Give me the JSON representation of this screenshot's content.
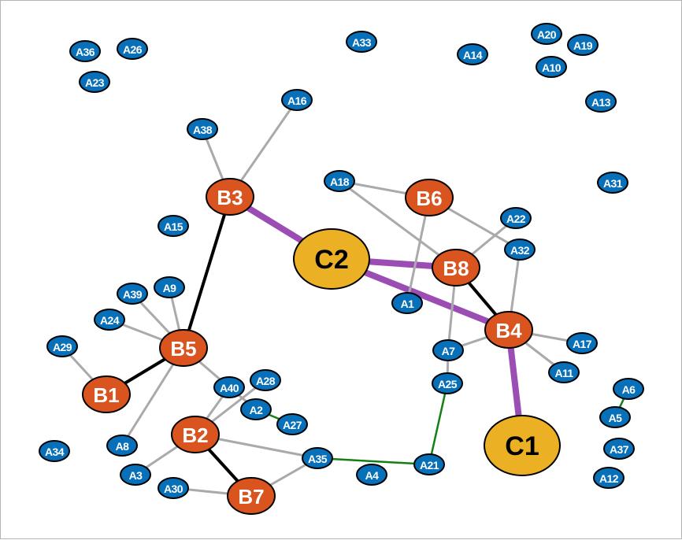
{
  "graph": {
    "colors": {
      "node_a_fill": "#0870b8",
      "node_b_fill": "#d9541e",
      "node_c_fill": "#ebb024",
      "edge_gray": "#aaaaaa",
      "edge_black": "#000000",
      "edge_purple": "#9b4db4",
      "edge_green": "#138013"
    },
    "nodes": [
      {
        "id": "A36",
        "type": "A"
      },
      {
        "id": "A26",
        "type": "A"
      },
      {
        "id": "A23",
        "type": "A"
      },
      {
        "id": "A33",
        "type": "A"
      },
      {
        "id": "A14",
        "type": "A"
      },
      {
        "id": "A20",
        "type": "A"
      },
      {
        "id": "A19",
        "type": "A"
      },
      {
        "id": "A10",
        "type": "A"
      },
      {
        "id": "A13",
        "type": "A"
      },
      {
        "id": "A38",
        "type": "A"
      },
      {
        "id": "A16",
        "type": "A"
      },
      {
        "id": "A18",
        "type": "A"
      },
      {
        "id": "A31",
        "type": "A"
      },
      {
        "id": "A15",
        "type": "A"
      },
      {
        "id": "A22",
        "type": "A"
      },
      {
        "id": "A32",
        "type": "A"
      },
      {
        "id": "A39",
        "type": "A"
      },
      {
        "id": "A9",
        "type": "A"
      },
      {
        "id": "A24",
        "type": "A"
      },
      {
        "id": "A29",
        "type": "A"
      },
      {
        "id": "A1",
        "type": "A"
      },
      {
        "id": "A7",
        "type": "A"
      },
      {
        "id": "A17",
        "type": "A"
      },
      {
        "id": "A11",
        "type": "A"
      },
      {
        "id": "A25",
        "type": "A"
      },
      {
        "id": "A40",
        "type": "A"
      },
      {
        "id": "A28",
        "type": "A"
      },
      {
        "id": "A2",
        "type": "A"
      },
      {
        "id": "A27",
        "type": "A"
      },
      {
        "id": "A6",
        "type": "A"
      },
      {
        "id": "A5",
        "type": "A"
      },
      {
        "id": "A37",
        "type": "A"
      },
      {
        "id": "A12",
        "type": "A"
      },
      {
        "id": "A34",
        "type": "A"
      },
      {
        "id": "A8",
        "type": "A"
      },
      {
        "id": "A3",
        "type": "A"
      },
      {
        "id": "A30",
        "type": "A"
      },
      {
        "id": "A35",
        "type": "A"
      },
      {
        "id": "A4",
        "type": "A"
      },
      {
        "id": "A21",
        "type": "A"
      },
      {
        "id": "B3",
        "type": "B"
      },
      {
        "id": "B6",
        "type": "B"
      },
      {
        "id": "B8",
        "type": "B"
      },
      {
        "id": "B4",
        "type": "B"
      },
      {
        "id": "B5",
        "type": "B"
      },
      {
        "id": "B1",
        "type": "B"
      },
      {
        "id": "B2",
        "type": "B"
      },
      {
        "id": "B7",
        "type": "B"
      },
      {
        "id": "C2",
        "type": "C"
      },
      {
        "id": "C1",
        "type": "C"
      }
    ],
    "edges": [
      {
        "source": "B3",
        "target": "A38",
        "kind": "gray"
      },
      {
        "source": "B3",
        "target": "A16",
        "kind": "gray"
      },
      {
        "source": "B3",
        "target": "B5",
        "kind": "black"
      },
      {
        "source": "B3",
        "target": "C2",
        "kind": "purple"
      },
      {
        "source": "C2",
        "target": "B8",
        "kind": "purple"
      },
      {
        "source": "C2",
        "target": "B4",
        "kind": "purple"
      },
      {
        "source": "B4",
        "target": "C1",
        "kind": "purple"
      },
      {
        "source": "B8",
        "target": "B4",
        "kind": "black"
      },
      {
        "source": "A18",
        "target": "B6",
        "kind": "gray"
      },
      {
        "source": "A18",
        "target": "B8",
        "kind": "gray"
      },
      {
        "source": "B6",
        "target": "A1",
        "kind": "gray"
      },
      {
        "source": "B6",
        "target": "A32",
        "kind": "gray"
      },
      {
        "source": "B8",
        "target": "A22",
        "kind": "gray"
      },
      {
        "source": "B8",
        "target": "A7",
        "kind": "gray"
      },
      {
        "source": "A32",
        "target": "B4",
        "kind": "gray"
      },
      {
        "source": "B4",
        "target": "A7",
        "kind": "gray"
      },
      {
        "source": "B4",
        "target": "A17",
        "kind": "gray"
      },
      {
        "source": "B4",
        "target": "A11",
        "kind": "gray"
      },
      {
        "source": "A7",
        "target": "A25",
        "kind": "gray"
      },
      {
        "source": "A25",
        "target": "A21",
        "kind": "green"
      },
      {
        "source": "A35",
        "target": "A21",
        "kind": "green"
      },
      {
        "source": "A2",
        "target": "A27",
        "kind": "green"
      },
      {
        "source": "A6",
        "target": "A5",
        "kind": "green"
      },
      {
        "source": "B5",
        "target": "A39",
        "kind": "gray"
      },
      {
        "source": "B5",
        "target": "A9",
        "kind": "gray"
      },
      {
        "source": "B5",
        "target": "A24",
        "kind": "gray"
      },
      {
        "source": "B5",
        "target": "B1",
        "kind": "black"
      },
      {
        "source": "B5",
        "target": "A8",
        "kind": "gray"
      },
      {
        "source": "B5",
        "target": "A40",
        "kind": "gray"
      },
      {
        "source": "A29",
        "target": "B1",
        "kind": "gray"
      },
      {
        "source": "A40",
        "target": "B2",
        "kind": "gray"
      },
      {
        "source": "A40",
        "target": "A2",
        "kind": "gray"
      },
      {
        "source": "A28",
        "target": "B2",
        "kind": "gray"
      },
      {
        "source": "B2",
        "target": "A3",
        "kind": "gray"
      },
      {
        "source": "B2",
        "target": "A35",
        "kind": "gray"
      },
      {
        "source": "B2",
        "target": "B7",
        "kind": "black"
      },
      {
        "source": "A30",
        "target": "B7",
        "kind": "gray"
      },
      {
        "source": "B7",
        "target": "A35",
        "kind": "gray"
      }
    ]
  }
}
